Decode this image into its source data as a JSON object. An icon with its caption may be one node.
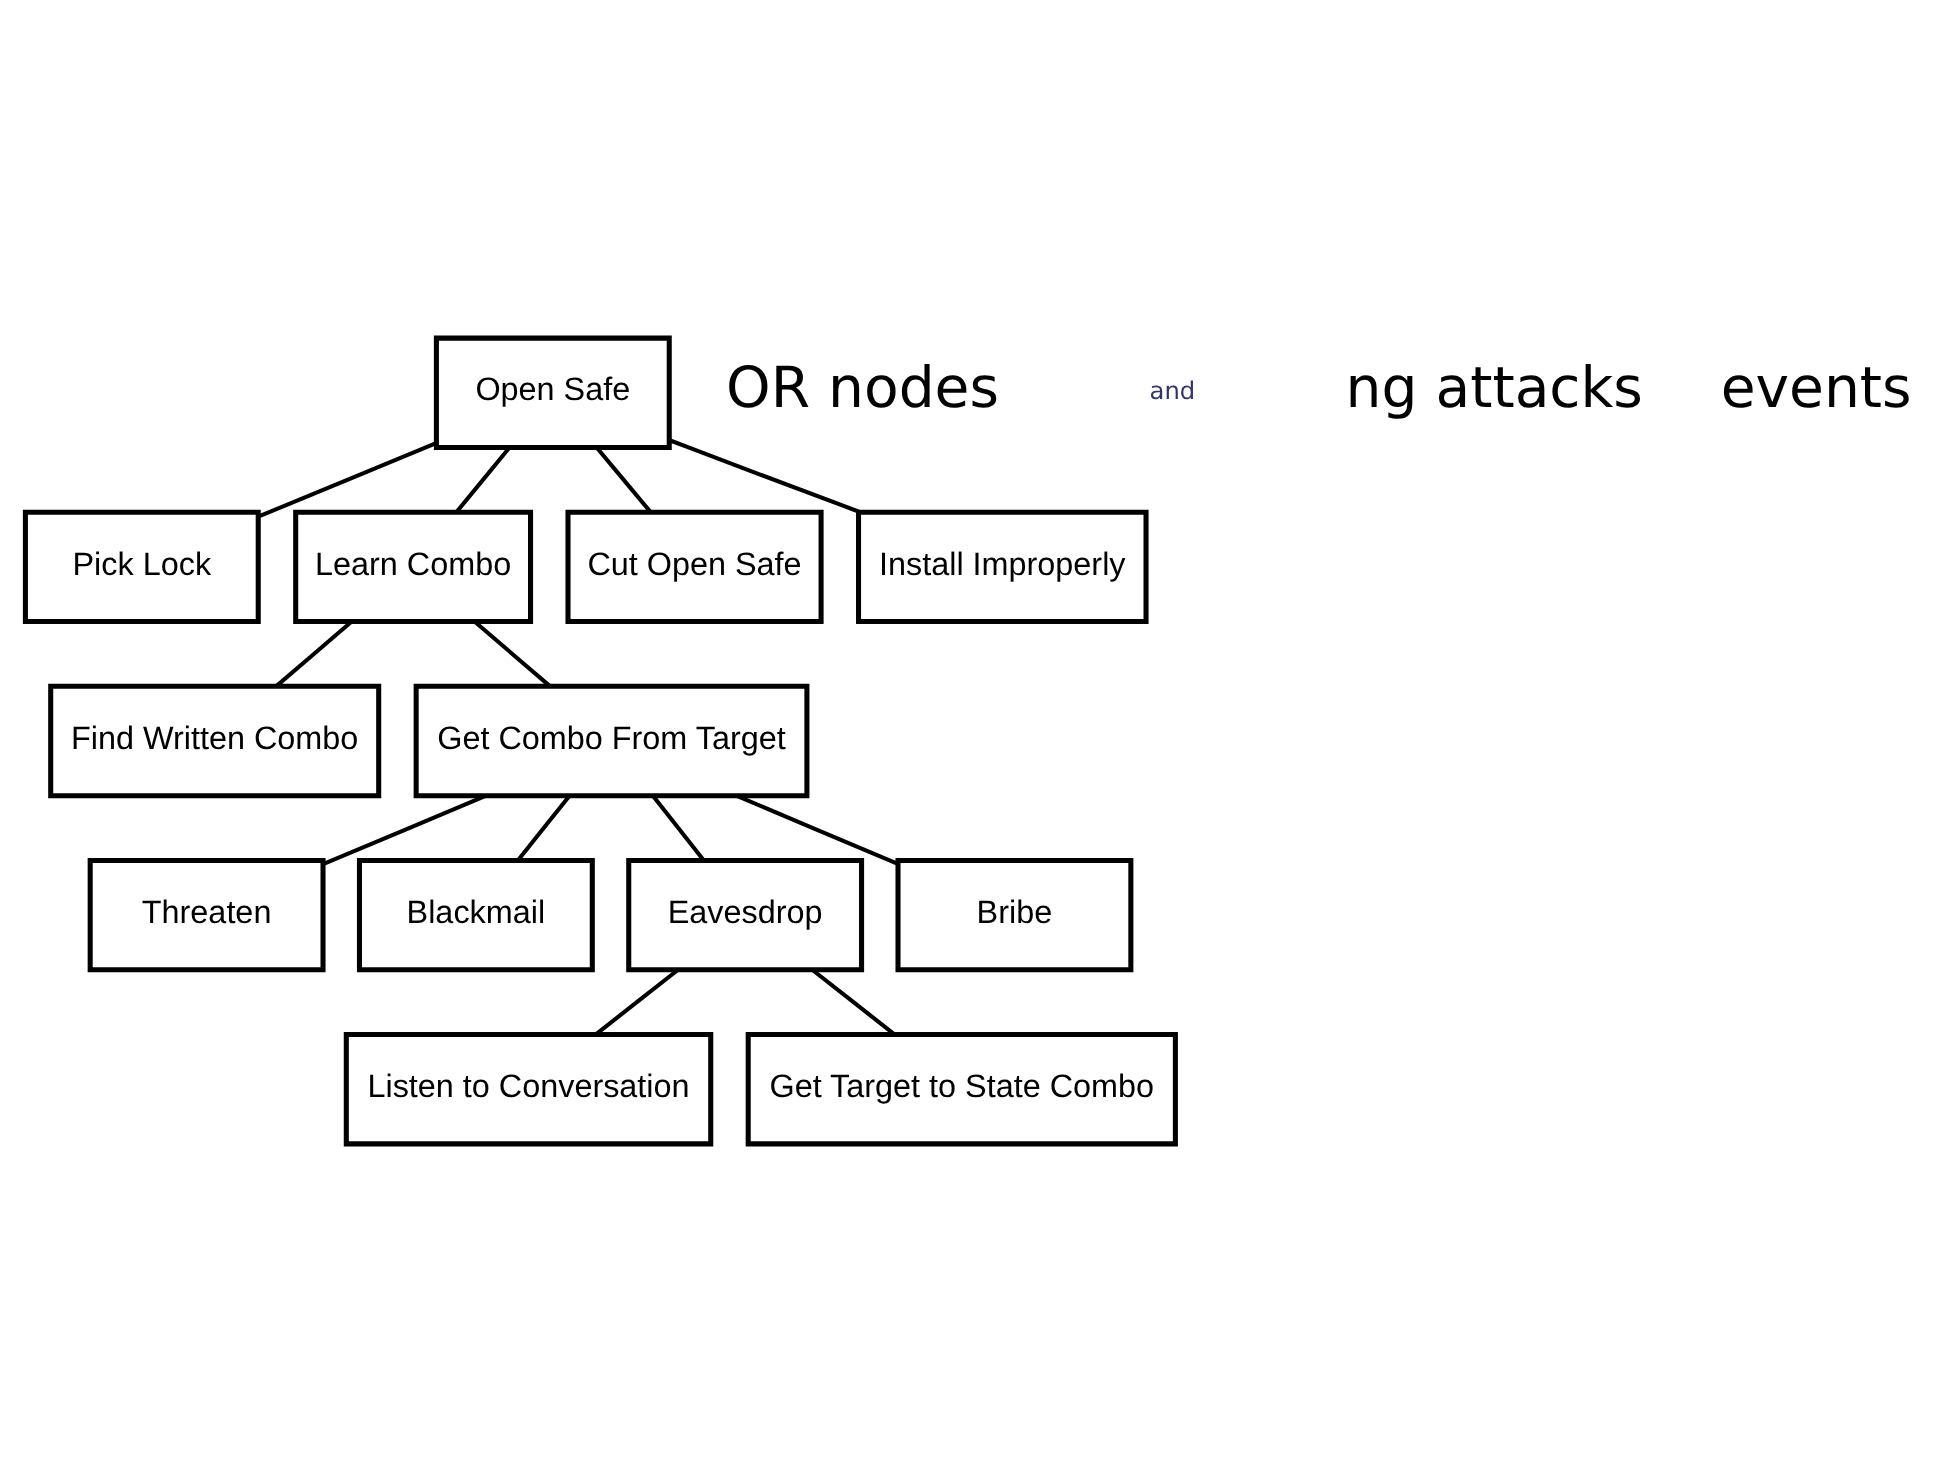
{
  "diagram": {
    "nodes": [
      {
        "text": [
          "Open Safe"
        ]
      },
      {
        "text": [
          "Pick Lock"
        ]
      },
      {
        "text": [
          "Learn Combo"
        ]
      },
      {
        "text": [
          "Cut Open Safe"
        ]
      },
      {
        "text": [
          "Install Improperly"
        ]
      },
      {
        "text": [
          "Find Written Combo"
        ]
      },
      {
        "text": [
          "Get Combo From Target"
        ]
      },
      {
        "text": [
          "Threaten"
        ]
      },
      {
        "text": [
          "Blackmail"
        ]
      },
      {
        "text": [
          "Eavesdrop"
        ]
      },
      {
        "text": [
          "Bribe"
        ]
      },
      {
        "text": [
          "Listen to Conversation"
        ]
      },
      {
        "text": [
          "Get Target to State Combo"
        ]
      }
    ],
    "edges": [
      {
        "from": 0,
        "to": 1,
        "arrow": "none"
      },
      {
        "from": 0,
        "to": 2,
        "arrow": "none"
      },
      {
        "from": 0,
        "to": 3,
        "arrow": "none"
      },
      {
        "from": 0,
        "to": 4,
        "arrow": "none"
      },
      {
        "from": 2,
        "to": 5,
        "arrow": "none"
      },
      {
        "from": 2,
        "to": 6,
        "arrow": "none"
      },
      {
        "from": 6,
        "to": 7,
        "arrow": "none"
      },
      {
        "from": 6,
        "to": 8,
        "arrow": "none"
      },
      {
        "from": 6,
        "to": 9,
        "arrow": "none"
      },
      {
        "from": 6,
        "to": 10,
        "arrow": "none"
      },
      {
        "from": 9,
        "to": 11,
        "arrow": "none"
      },
      {
        "from": 9,
        "to": 12,
        "arrow": "none"
      }
    ],
    "labels": [
      "OR nodes",
      "and",
      "ng attacks",
      "events"
    ]
  }
}
